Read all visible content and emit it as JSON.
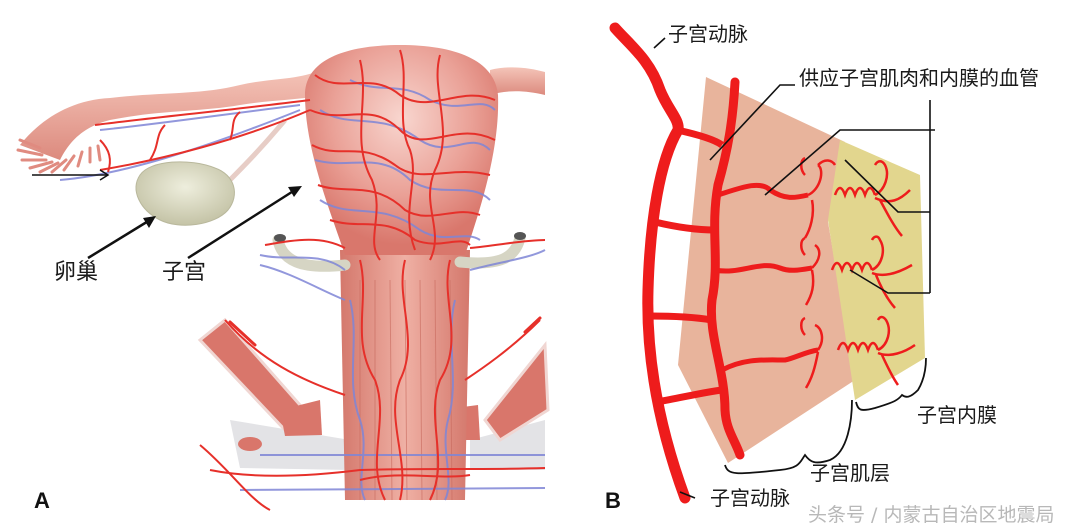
{
  "panel_a": {
    "letter": "A",
    "labels": {
      "ovary": "卵巢",
      "uterus": "子宫"
    }
  },
  "panel_b": {
    "letter": "B",
    "labels": {
      "uterine_artery_top": "子宫动脉",
      "vessels_supply": "供应子宫肌肉和内膜的血管",
      "endometrium": "子宫内膜",
      "myometrium": "子宫肌层",
      "uterine_artery_bottom": "子宫动脉"
    }
  },
  "watermark": "头条号 / 内蒙古自治区地震局",
  "colors": {
    "artery_red": "#ee1c1c",
    "myometrium_fill": "#e8b49c",
    "endometrium_fill": "#e2d68e",
    "vein_blue": "#7f86d6",
    "tissue_pink": "#e6958a",
    "ovary_fill": "#d9d8c0"
  }
}
